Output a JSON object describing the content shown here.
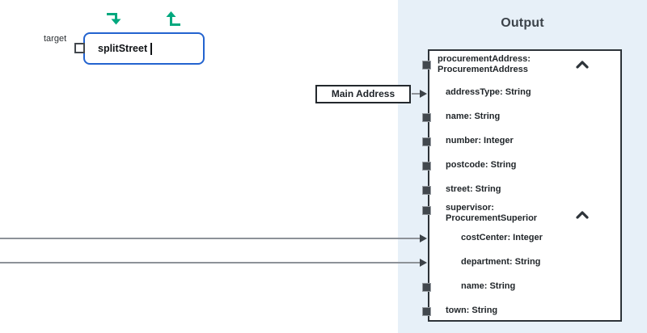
{
  "canvas": {
    "target_label": "target",
    "field_name": "splitStreet"
  },
  "node": {
    "label": "Main Address"
  },
  "output": {
    "title": "Output",
    "rows": [
      {
        "label": "procurementAddress: ProcurementAddress",
        "level": 0,
        "collapsible": true
      },
      {
        "label": "addressType: String",
        "level": 1,
        "mapped": true
      },
      {
        "label": "name: String",
        "level": 1
      },
      {
        "label": "number: Integer",
        "level": 1
      },
      {
        "label": "postcode: String",
        "level": 1
      },
      {
        "label": "street: String",
        "level": 1
      },
      {
        "label": "supervisor: ProcurementSuperior",
        "level": 1,
        "collapsible": true
      },
      {
        "label": "costCenter: Integer",
        "level": 2,
        "mapped": true
      },
      {
        "label": "department: String",
        "level": 2,
        "mapped": true
      },
      {
        "label": "name: String",
        "level": 2
      },
      {
        "label": "town: String",
        "level": 1
      }
    ]
  },
  "colors": {
    "accent_green": "#00a87e",
    "accent_blue": "#2363cf",
    "panel_bg": "#e7f0f8",
    "line_gray": "#8d9298"
  }
}
